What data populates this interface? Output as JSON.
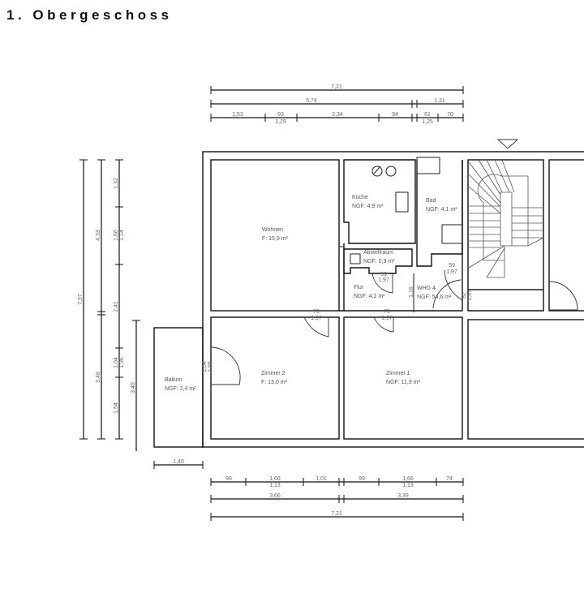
{
  "title": "1. Obergeschoss",
  "rooms": {
    "wohnen": {
      "name": "Wohnen",
      "area": "F: 15,9 m²"
    },
    "kueche": {
      "name": "Küche",
      "area": "NGF: 4,9 m²"
    },
    "bad": {
      "name": "Bad",
      "area": "NGF: 4,1 m²"
    },
    "abstellraum": {
      "name": "Abstellraum",
      "area": "NGF: 0,9 m²"
    },
    "flur": {
      "name": "Flur",
      "area": "NGF: 4,1 m²"
    },
    "whg": {
      "name": "WHG 4",
      "area": "NGF: 54,6 m²"
    },
    "zimmer2": {
      "name": "Zimmer 2",
      "area": "F: 13,0 m²"
    },
    "zimmer1": {
      "name": "Zimmer 1",
      "area": "NGF: 11,9 m²"
    },
    "balkon": {
      "name": "Balkon",
      "area": "NGF: 2,4 m²"
    }
  },
  "dims_top": {
    "total": "7,21",
    "row2": [
      "5,74",
      "1,31"
    ],
    "row3": [
      "1,53",
      "93",
      "1,29",
      "2,34",
      "94",
      "61",
      "1,25",
      "70"
    ]
  },
  "dims_left": {
    "total": "7,97",
    "row2": [
      "4,33",
      "3,48"
    ],
    "row3": [
      "1,32",
      "1,66",
      "1,14",
      "2,41",
      "1,04",
      "1,96",
      "1,54"
    ],
    "balkon": "3,40"
  },
  "dims_bottom": {
    "balkon": "1,40",
    "row1": [
      "99",
      "1,66",
      "1,13",
      "1,01",
      "99",
      "1,66",
      "1,13",
      "74"
    ],
    "row2": [
      "3,66",
      "3,39"
    ],
    "total": "7,21"
  },
  "doors": {
    "flur_door": [
      "59",
      "1,97"
    ],
    "whg_door": [
      "59",
      "1,97"
    ],
    "z2_door": [
      "70",
      "1,97"
    ],
    "z1_door": [
      "70",
      "1,97"
    ],
    "balkon_door": [
      "1,04",
      "1,96"
    ],
    "whg_height": "1,16",
    "entry": [
      "82",
      "1,97"
    ]
  }
}
